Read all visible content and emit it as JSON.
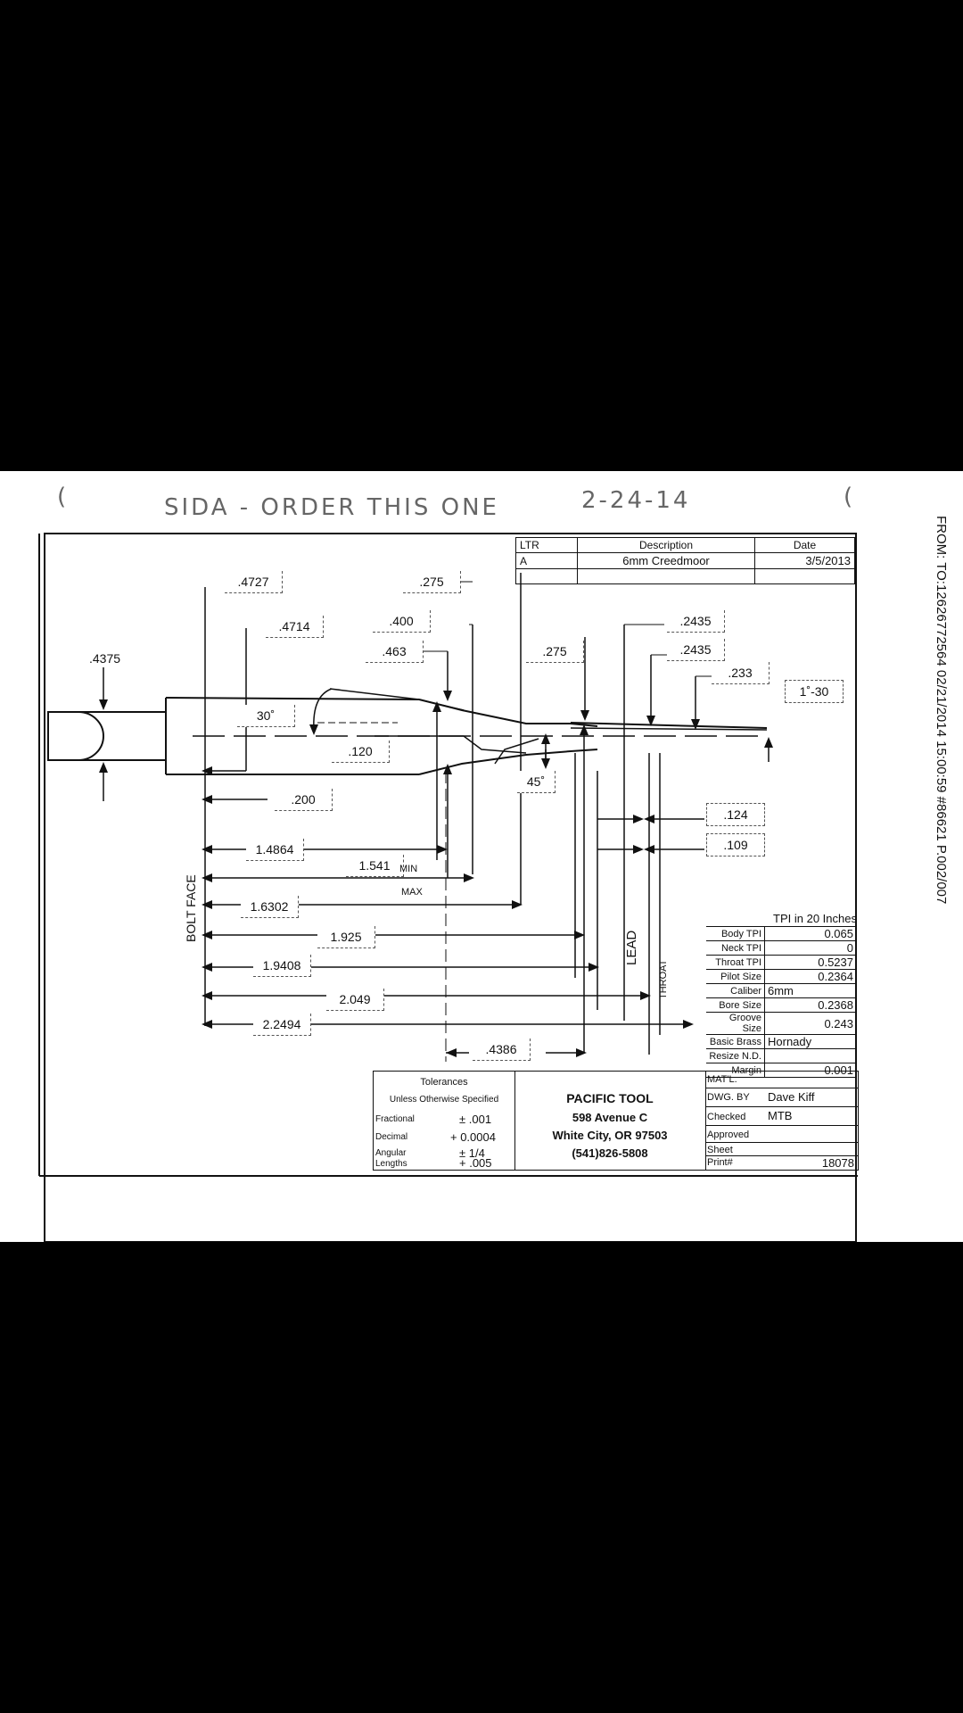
{
  "handwritten_note": "SIDA - ORDER THIS ONE",
  "handwritten_date": "2-24-14",
  "fax_header": "FROM: TO:12626772564 02/21/2014 15:00:59 #86621 P.002/007",
  "revision_table": {
    "headers": [
      "LTR",
      "Description",
      "Date"
    ],
    "rows": [
      [
        "A",
        "6mm Creedmoor",
        "3/5/2013"
      ]
    ]
  },
  "dimensions": {
    "d4375": ".4375",
    "d4727": ".4727",
    "d4714": ".4714",
    "d275a": ".275",
    "d400": ".400",
    "d463": ".463",
    "d275b": ".275",
    "d2435a": ".2435",
    "d2435b": ".2435",
    "d233": ".233",
    "d1_30": "1˚-30",
    "d30": "30˚",
    "d120": ".120",
    "d45": "45˚",
    "d200": ".200",
    "d124": ".124",
    "d109": ".109",
    "d14864": "1.4864",
    "d1541": "1.541",
    "min": "MIN",
    "max": "MAX",
    "d16302": "1.6302",
    "d1925": "1.925",
    "d19408": "1.9408",
    "d2049": "2.049",
    "d22494": "2.2494",
    "d4386": ".4386"
  },
  "labels": {
    "bolt_face": "BOLT FACE",
    "lead": "LEAD",
    "throat": "THROAT"
  },
  "tpi": {
    "title": "TPI in 20 Inches",
    "rows": [
      {
        "key": "Body TPI",
        "value": "0.065"
      },
      {
        "key": "Neck TPI",
        "value": "0"
      },
      {
        "key": "Throat TPI",
        "value": "0.5237"
      },
      {
        "key": "Pilot Size",
        "value": "0.2364"
      },
      {
        "key": "Caliber",
        "value": "6mm"
      },
      {
        "key": "Bore Size",
        "value": "0.2368"
      },
      {
        "key": "Groove Size",
        "value": "0.243"
      },
      {
        "key": "Basic Brass",
        "value": "Hornady"
      },
      {
        "key": "Resize N.D.",
        "value": ""
      },
      {
        "key": "Margin",
        "value": "0.001"
      }
    ]
  },
  "tolerances": {
    "title": "Tolerances",
    "subtitle": "Unless Otherwise Specified",
    "rows": [
      {
        "key": "Fractional",
        "value": "± .001"
      },
      {
        "key": "Decimal",
        "value": "+ 0.0004"
      },
      {
        "key": "Angular",
        "value": "± 1/4"
      },
      {
        "key": "Lengths",
        "value": "+ .005"
      }
    ]
  },
  "company": {
    "name": "PACIFIC TOOL",
    "address": "598 Avenue C",
    "city": "White City, OR 97503",
    "phone": "(541)826-5808"
  },
  "info": {
    "matl_label": "MAT'L.",
    "dwg_by_label": "DWG. BY",
    "dwg_by_value": "Dave Kiff",
    "checked_label": "Checked",
    "checked_value": "MTB",
    "approved_label": "Approved",
    "sheet_label": "Sheet",
    "print_label": "Print#",
    "print_value": "18078"
  }
}
